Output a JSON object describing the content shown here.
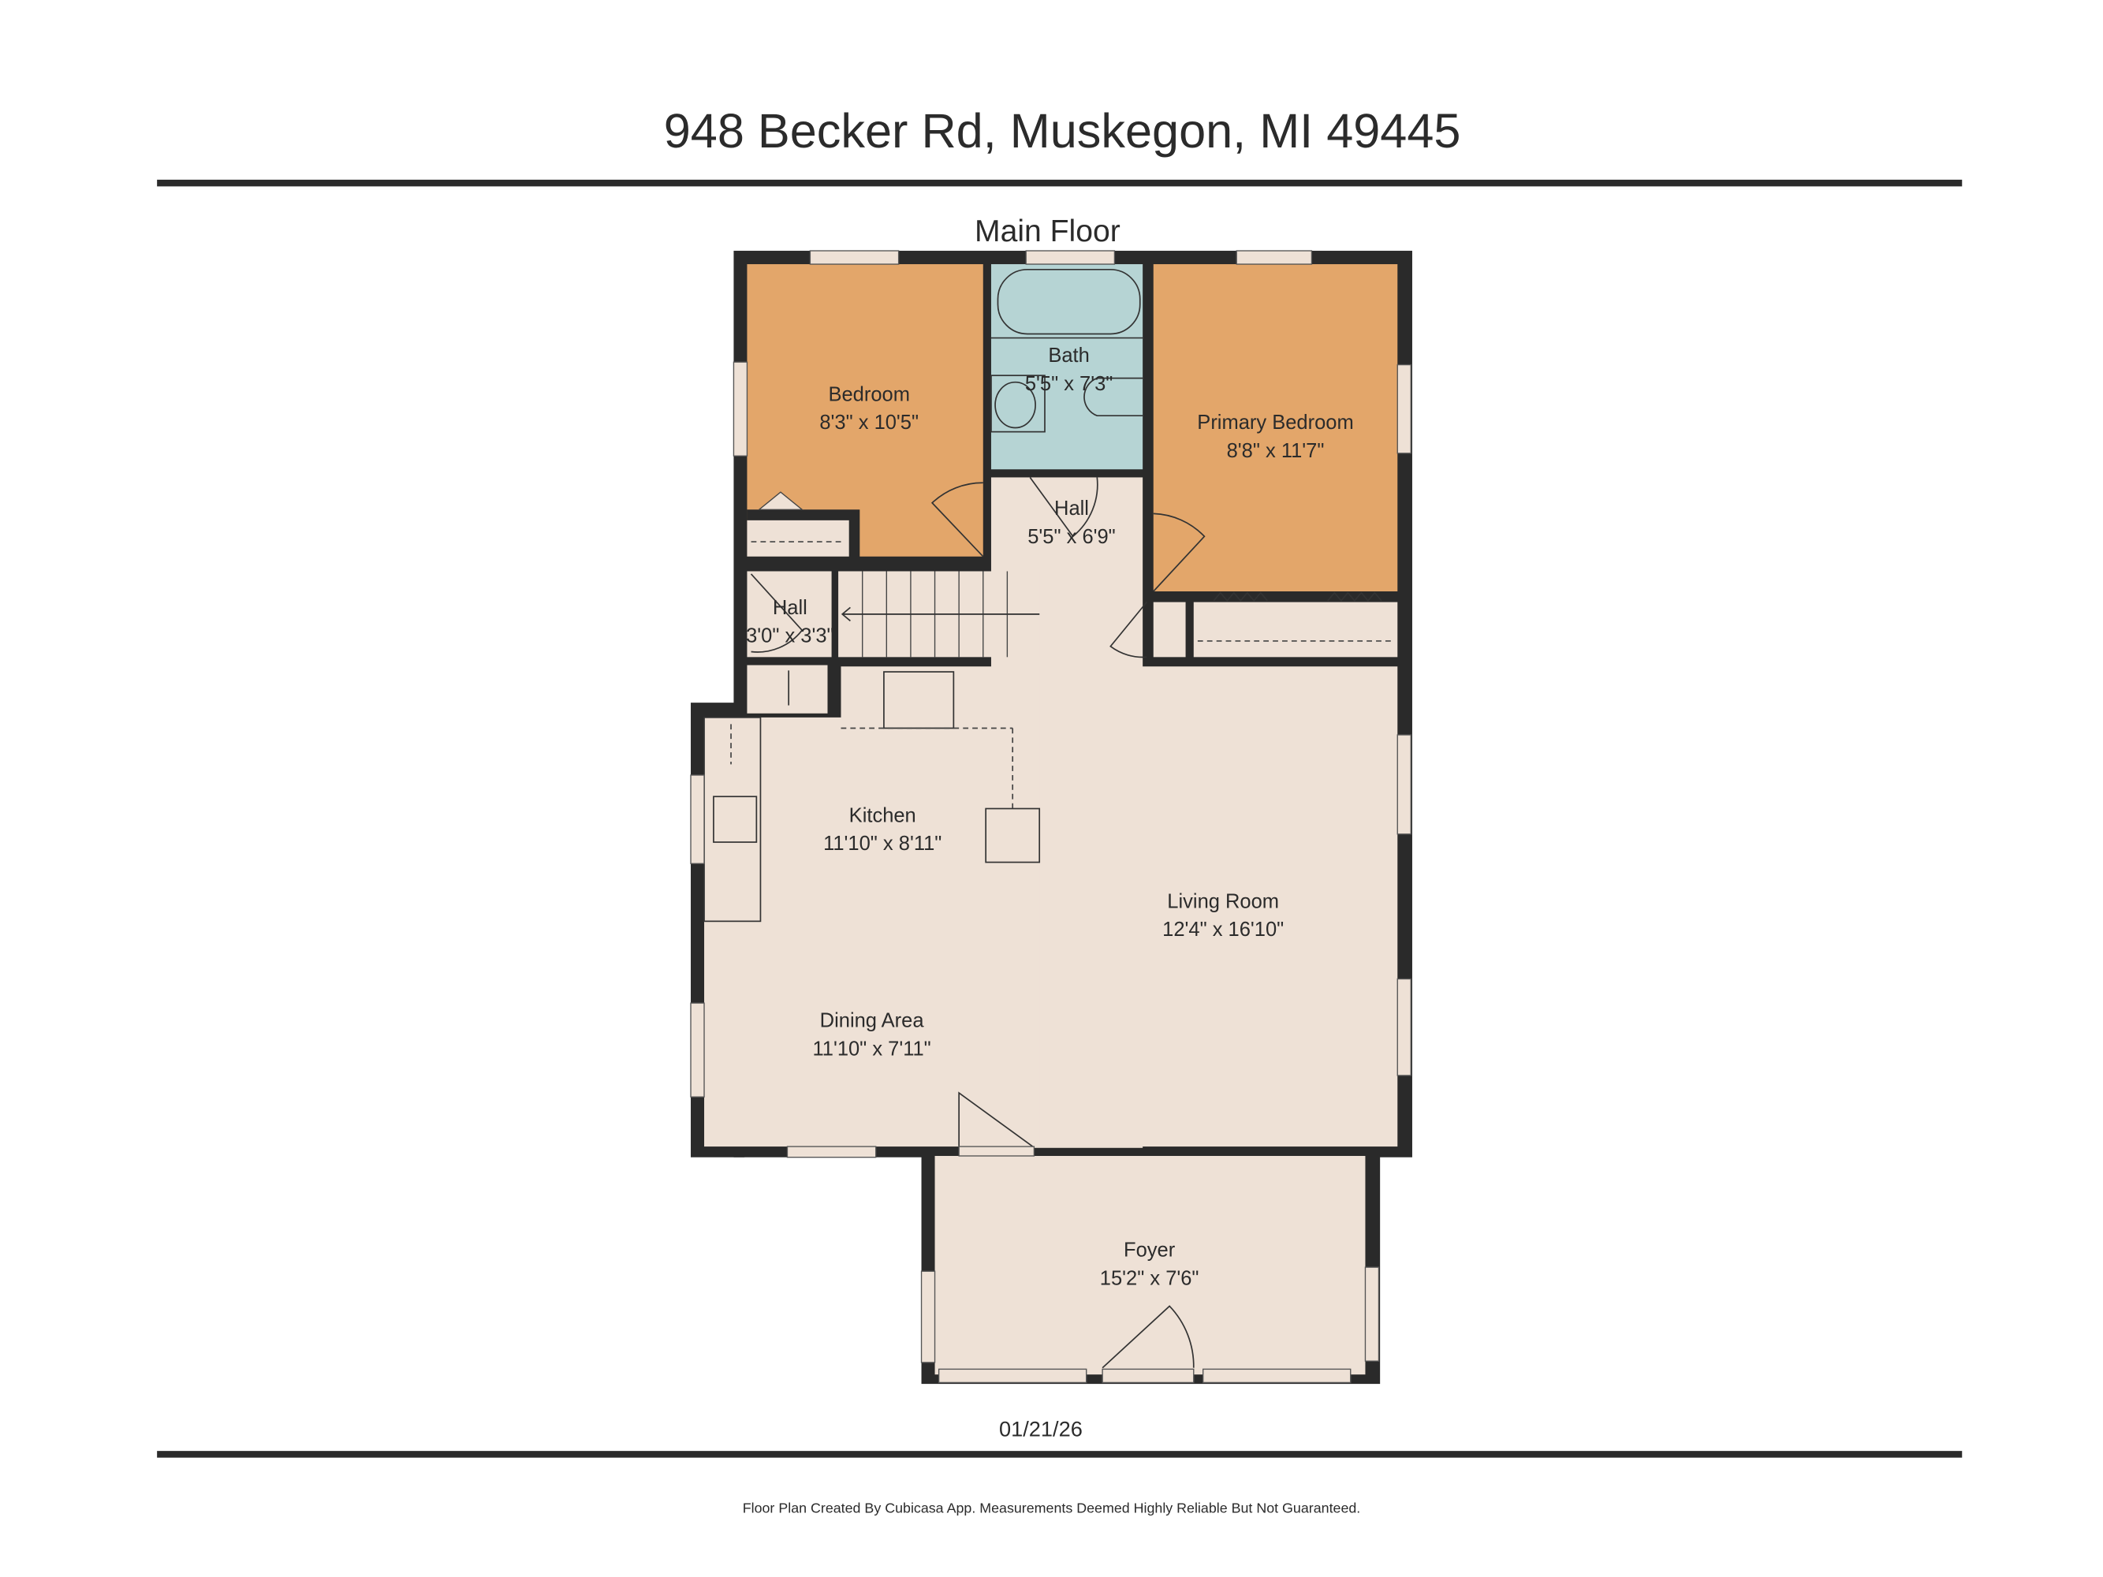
{
  "header": {
    "title": "948 Becker Rd, Muskegon, MI 49445"
  },
  "floor": {
    "name": "Main Floor"
  },
  "rooms": [
    {
      "name": "Bedroom",
      "size": "8'3\" x 10'5\""
    },
    {
      "name": "Bath",
      "size": "5'5\" x 7'3\""
    },
    {
      "name": "Primary Bedroom",
      "size": "8'8\" x 11'7\""
    },
    {
      "name": "Hall",
      "size": "5'5\" x 6'9\""
    },
    {
      "name": "Hall",
      "size": "3'0\" x 3'3\""
    },
    {
      "name": "Kitchen",
      "size": "11'10\" x 8'11\""
    },
    {
      "name": "Living Room",
      "size": "12'4\" x 16'10\""
    },
    {
      "name": "Dining Area",
      "size": "11'10\" x 7'11\""
    },
    {
      "name": "Foyer",
      "size": "15'2\" x 7'6\""
    }
  ],
  "colors": {
    "bedroom": "#E3A66A",
    "bath": "#B6D4D4",
    "floor": "#EEE1D6",
    "wall": "#2a2a2a"
  },
  "footer": {
    "date": "01/21/26",
    "disclaimer": "Floor Plan Created By Cubicasa App. Measurements Deemed Highly Reliable But Not Guaranteed."
  }
}
